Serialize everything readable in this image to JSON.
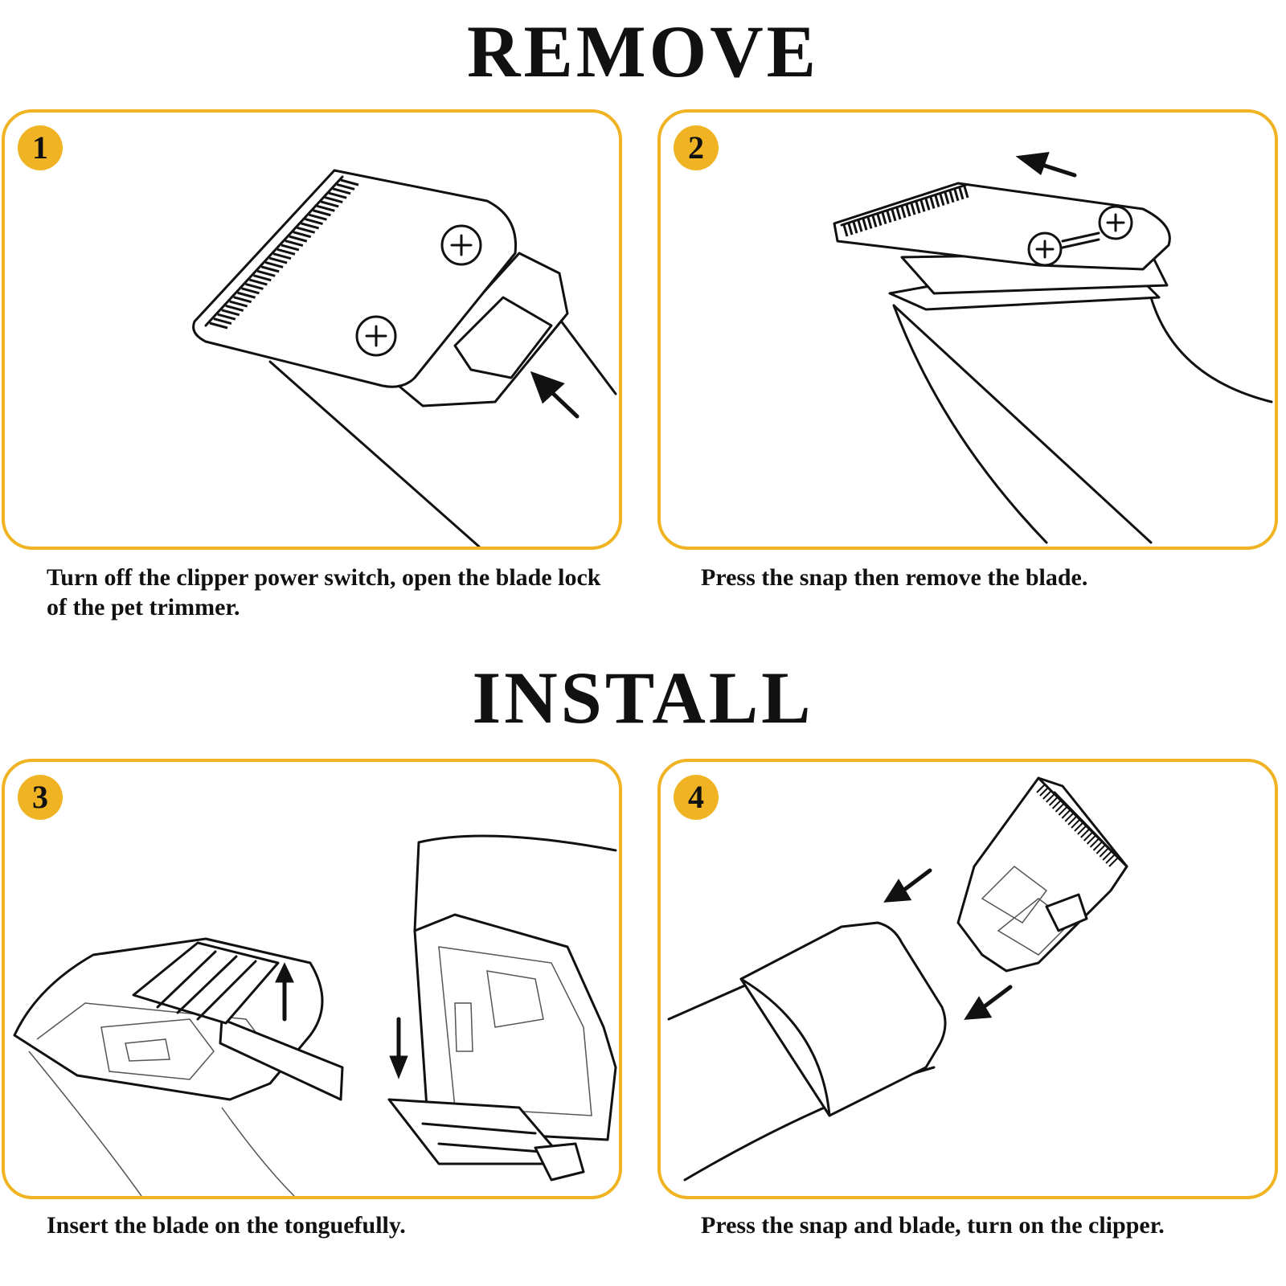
{
  "remove": {
    "title": "REMOVE",
    "steps": [
      {
        "number": "1",
        "caption": "Turn off the clipper power switch, open the blade lock of the pet trimmer."
      },
      {
        "number": "2",
        "caption": "Press the snap then remove the blade."
      }
    ]
  },
  "install": {
    "title": "INSTALL",
    "steps": [
      {
        "number": "3",
        "caption": "Insert the blade on the tonguefully."
      },
      {
        "number": "4",
        "caption": "Press the snap and blade, turn on the clipper."
      }
    ]
  },
  "colors": {
    "accent": "#f0b324",
    "ink": "#111111",
    "background": "#ffffff"
  }
}
